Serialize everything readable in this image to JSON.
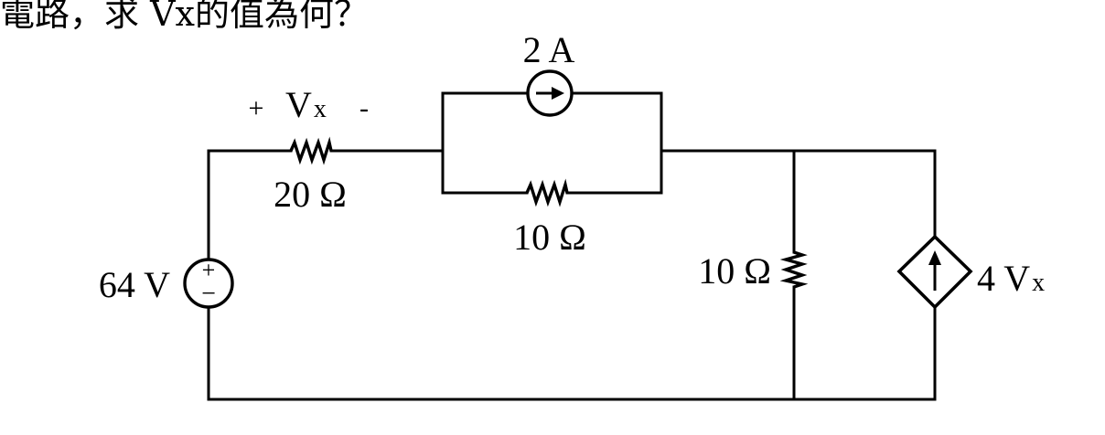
{
  "caption": "電路，求 Vx的值為何？",
  "current_source": {
    "value": "2 A"
  },
  "voltage_source": {
    "value": "64 V",
    "plus": "+",
    "minus": "−"
  },
  "vx_label": {
    "plus": "+",
    "symbol": "V",
    "subscript": "x",
    "minus": "-"
  },
  "resistors": {
    "series": "20 Ω",
    "parallel": "10 Ω",
    "shunt": "10 Ω"
  },
  "dependent_source": {
    "coefficient": "4 V",
    "subscript": "x"
  }
}
